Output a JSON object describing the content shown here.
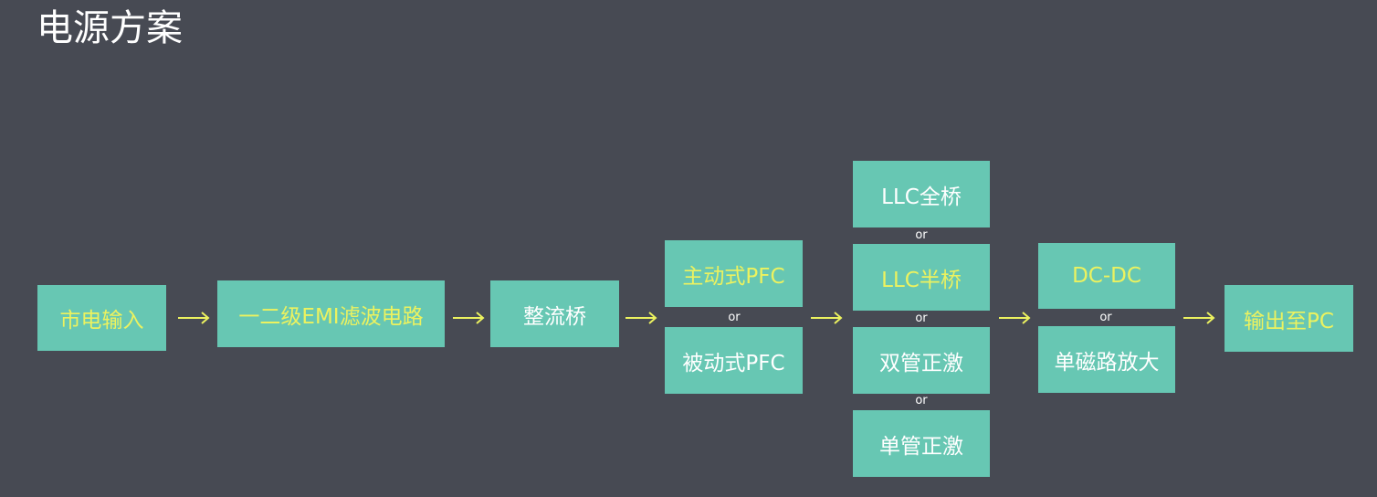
{
  "title": "电源方案",
  "colors": {
    "background": "#474a53",
    "box_fill": "#67c7b3",
    "arrow": "#ecf25f",
    "label_yellow": "#ecf25f",
    "label_white": "#ffffff"
  },
  "separator": "or",
  "nodes": {
    "mains_input": "市电输入",
    "emi_filter": "一二级EMI滤波电路",
    "rectifier_bridge": "整流桥",
    "active_pfc": "主动式PFC",
    "passive_pfc": "被动式PFC",
    "llc_full_bridge": "LLC全桥",
    "llc_half_bridge": "LLC半桥",
    "dual_forward": "双管正激",
    "single_forward": "单管正激",
    "dc_dc": "DC-DC",
    "mag_amp": "单磁路放大",
    "output_pc": "输出至PC"
  },
  "arrow_icon": "right-arrow-icon"
}
